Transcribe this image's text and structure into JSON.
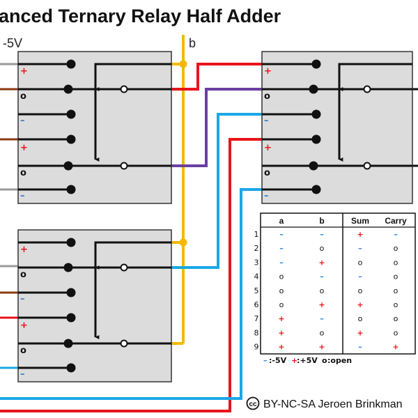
{
  "title": "anced Ternary Relay Half Adder",
  "labels": {
    "neg5v": "-5V",
    "b": "b"
  },
  "symbols": {
    "plus": "+",
    "minus": "–",
    "open": "o"
  },
  "colors": {
    "yellow": "#f5b800",
    "red": "#e8141c",
    "brown": "#8b3a12",
    "purple": "#6b3fa0",
    "blue": "#1aa7e6",
    "gray": "#9a9a9a",
    "relay_fill": "#dcdcdc",
    "plus_sym": "#e8141c",
    "minus_sym": "#2a7fd4"
  },
  "table": {
    "headers": [
      "a",
      "b",
      "Sum",
      "Carry"
    ],
    "rows": [
      [
        "1",
        "–",
        "–",
        "+",
        "–"
      ],
      [
        "2",
        "–",
        "o",
        "–",
        "o"
      ],
      [
        "3",
        "–",
        "+",
        "o",
        "o"
      ],
      [
        "4",
        "o",
        "–",
        "–",
        "o"
      ],
      [
        "5",
        "o",
        "o",
        "o",
        "o"
      ],
      [
        "6",
        "o",
        "+",
        "+",
        "o"
      ],
      [
        "7",
        "+",
        "–",
        "o",
        "o"
      ],
      [
        "8",
        "+",
        "o",
        "+",
        "o"
      ],
      [
        "9",
        "+",
        "+",
        "–",
        "+"
      ]
    ],
    "legend": [
      {
        "sym": "–",
        "text": ":-5V"
      },
      {
        "sym": "+",
        "text": ":+5V"
      },
      {
        "sym": "o",
        "text": ":open"
      }
    ]
  },
  "credit": {
    "badge": "cc",
    "text": "BY-NC-SA Jeroen Brinkman"
  }
}
